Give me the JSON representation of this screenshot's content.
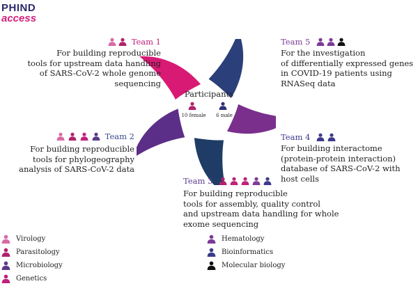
{
  "logo": {
    "line1": "PHIND",
    "line2": "access"
  },
  "colors": {
    "virology": "#d86aa8",
    "parasitology": "#b0236c",
    "microbiology": "#5a3a8c",
    "genetics": "#c0217a",
    "hematology": "#7d3a96",
    "bioinformatics": "#3c3a8a",
    "molecular_biology": "#111111",
    "female": "#b0236c",
    "male": "#2f3278"
  },
  "teams": [
    {
      "label": "Team 1",
      "icons": [
        "virology",
        "parasitology"
      ],
      "color": "#c0217a",
      "lines": [
        "For building reproducible",
        "tools for upstream data handling",
        "of SARS-CoV-2 whole genome sequencing"
      ]
    },
    {
      "label": "Team 2",
      "icons": [
        "virology",
        "parasitology",
        "genetics",
        "microbiology"
      ],
      "color": "#3c4a8a",
      "lines": [
        "For building reproducible",
        "tools for phylogeography",
        "analysis of SARS-CoV-2 data"
      ]
    },
    {
      "label": "Team 3",
      "icons": [
        "parasitology",
        "genetics",
        "genetics",
        "hematology",
        "bioinformatics"
      ],
      "color": "#5a3a8c",
      "lines": [
        "For building reproducible",
        "tools for assembly, quality control",
        "and upstream data handling for whole",
        "exome sequencing"
      ]
    },
    {
      "label": "Team 4",
      "icons": [
        "bioinformatics",
        "bioinformatics"
      ],
      "color": "#3c3a8a",
      "lines": [
        "For building interactome",
        "(protein-protein interaction)",
        "database of SARS-CoV-2 with host cells"
      ]
    },
    {
      "label": "Team 5",
      "icons": [
        "hematology",
        "hematology",
        "molecular_biology"
      ],
      "color": "#7d3a96",
      "lines": [
        "For the investigation",
        "of differentially expressed genes",
        "in COVID-19 patients using RNASeq data"
      ]
    }
  ],
  "participants": {
    "title": "Participants",
    "female": "10 female",
    "male": "6 male"
  },
  "legend": [
    {
      "key": "virology",
      "label": "Virology"
    },
    {
      "key": "parasitology",
      "label": "Parasitology"
    },
    {
      "key": "microbiology",
      "label": "Microbiology"
    },
    {
      "key": "genetics",
      "label": "Genetics"
    },
    {
      "key": "hematology",
      "label": "Hematology"
    },
    {
      "key": "bioinformatics",
      "label": "Bioinformatics"
    },
    {
      "key": "molecular_biology",
      "label": "Molecular biology"
    }
  ]
}
